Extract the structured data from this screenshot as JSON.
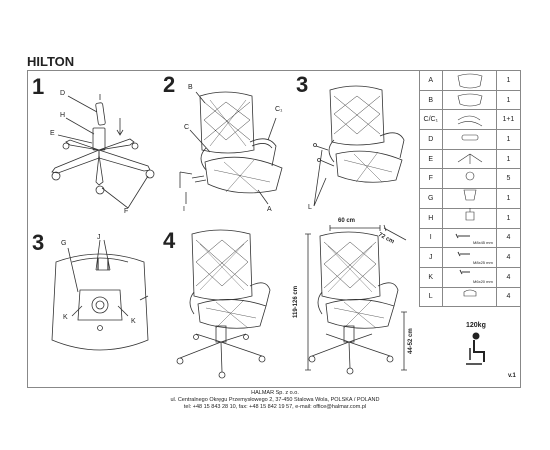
{
  "document": {
    "title": "HILTON",
    "version": "v.1",
    "steps": [
      "1",
      "2",
      "3",
      "3",
      "4"
    ],
    "step1_labels": {
      "d": "D",
      "h": "H",
      "e": "E",
      "f": "F"
    },
    "step2_labels": {
      "b": "B",
      "c": "C",
      "c1": "C₁",
      "i": "I",
      "a": "A"
    },
    "step3_labels": {
      "l": "L"
    },
    "step3b_labels": {
      "g": "G",
      "j": "J",
      "k_left": "K",
      "k_right": "K"
    },
    "dimensions": {
      "width": "60 cm",
      "depth": "72 cm",
      "height": "119-126 cm",
      "seat_height": "44-52 cm"
    },
    "max_load": "120kg"
  },
  "parts": [
    {
      "letter": "A",
      "qty": "1",
      "spec": ""
    },
    {
      "letter": "B",
      "qty": "1",
      "spec": ""
    },
    {
      "letter": "C/C₁",
      "qty": "1+1",
      "spec": ""
    },
    {
      "letter": "D",
      "qty": "1",
      "spec": ""
    },
    {
      "letter": "E",
      "qty": "1",
      "spec": ""
    },
    {
      "letter": "F",
      "qty": "5",
      "spec": ""
    },
    {
      "letter": "G",
      "qty": "1",
      "spec": ""
    },
    {
      "letter": "H",
      "qty": "1",
      "spec": ""
    },
    {
      "letter": "I",
      "qty": "4",
      "spec": "M8x45 mm"
    },
    {
      "letter": "J",
      "qty": "4",
      "spec": "M8x25 mm"
    },
    {
      "letter": "K",
      "qty": "4",
      "spec": "M6x20 mm"
    },
    {
      "letter": "L",
      "qty": "4",
      "spec": ""
    }
  ],
  "footer": {
    "company": "HALMAR Sp. z o.o.",
    "address": "ul. Centralnego Okręgu Przemysłowego 2, 37-450 Stalowa Wola, POLSKA / POLAND",
    "contact": "tel: +48 15 843 28 10, fax: +48 15 842 19 57, e-mail: office@halmar.com.pl"
  }
}
